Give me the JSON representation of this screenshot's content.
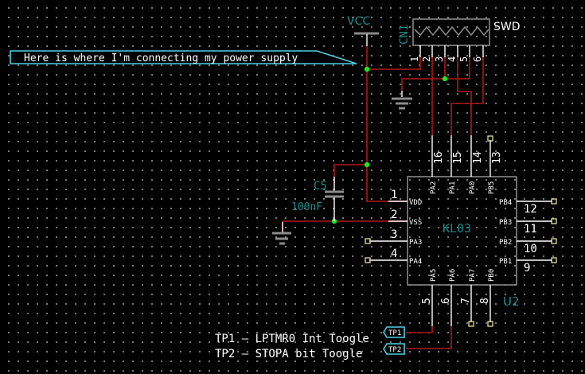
{
  "annotation": {
    "power_note": "Here is where I'm connecting my power supply",
    "tp_legend": [
      "TP1  – LPTMR0 Int Toogle",
      "TP2  – STOPA bit Toogle"
    ]
  },
  "power": {
    "label": "VCC"
  },
  "connector": {
    "ref": "CN1",
    "name": "SWD",
    "pins": [
      "1",
      "2",
      "3",
      "4",
      "5",
      "6"
    ]
  },
  "capacitor": {
    "ref": "C5",
    "value": "100nF"
  },
  "chip": {
    "ref": "U2",
    "part": "KL03",
    "left_pins": [
      {
        "num": "1",
        "name": "VDD"
      },
      {
        "num": "2",
        "name": "VSS"
      },
      {
        "num": "3",
        "name": "PA3"
      },
      {
        "num": "4",
        "name": "PA4"
      }
    ],
    "right_pins": [
      {
        "num": "12",
        "name": "PB4"
      },
      {
        "num": "11",
        "name": "PB3"
      },
      {
        "num": "10",
        "name": "PB2"
      },
      {
        "num": "9",
        "name": "PB1"
      }
    ],
    "top_pins": [
      {
        "num": "16",
        "name": "PA2"
      },
      {
        "num": "15",
        "name": "PA1"
      },
      {
        "num": "14",
        "name": "PA0"
      },
      {
        "num": "13",
        "name": "PB5"
      }
    ],
    "bottom_pins": [
      {
        "num": "5",
        "name": "PA5"
      },
      {
        "num": "6",
        "name": "PA6"
      },
      {
        "num": "7",
        "name": "PA7"
      },
      {
        "num": "8",
        "name": "PB0"
      }
    ]
  },
  "test_points": [
    "TP1",
    "TP2"
  ],
  "colors": {
    "background": "#000000",
    "wire": "#b01818",
    "pin": "#ffffff",
    "label_teal": "#1e8c8c",
    "junction": "#1ee61e",
    "flag": "#4fd0e0"
  }
}
